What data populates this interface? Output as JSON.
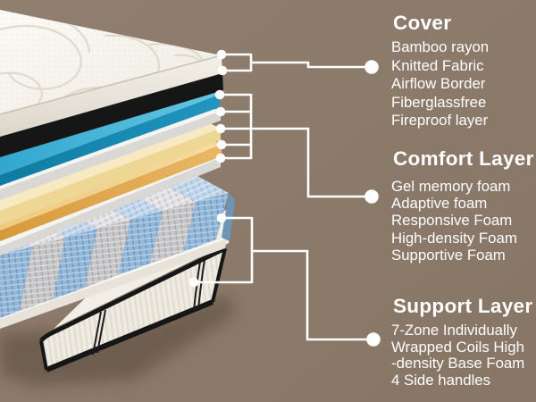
{
  "palette": {
    "bg": "#907e6f",
    "bg2": "#877565",
    "text": "#ffffff",
    "line": "#ffffff",
    "fabric_top": "#f7f5ef",
    "fabric_side": "#eae6dc",
    "black_layer": "#161616",
    "blue_top": "#35abd1",
    "blue_front": "#1486ae",
    "white_foam_top": "#f4f4f2",
    "white_foam_front": "#d9d8d4",
    "pale_yellow_top": "#f7e9c1",
    "pale_yellow_front": "#eed795",
    "gold_top": "#f0cc85",
    "gold_front": "#dfa94e",
    "coil_blue": "#93b7d8",
    "coil_gray": "#c6c5c7",
    "base_side": "#efece3",
    "piping": "#161616"
  },
  "sections": [
    {
      "heading": "Cover",
      "lines": [
        "Bamboo rayon",
        "Knitted Fabric",
        "Airflow Border",
        "Fiberglassfree",
        "Fireproof layer"
      ]
    },
    {
      "heading": "Comfort Layer",
      "lines": [
        "Gel memory foam",
        "Adaptive foam",
        "Responsive Foam",
        "High-density Foam",
        "Supportive Foam"
      ]
    },
    {
      "heading": "Support Layer",
      "lines": [
        "7-Zone Individually",
        "Wrapped Coils High",
        "-density Base Foam",
        "4 Side handles"
      ]
    }
  ],
  "layers": [
    {
      "name": "quilted-fabric-cover",
      "color": "#f7f5ef"
    },
    {
      "name": "fireproof-black-layer",
      "color": "#161616"
    },
    {
      "name": "gel-memory-foam",
      "color": "#1486ae"
    },
    {
      "name": "adaptive-foam",
      "color": "#d9d8d4"
    },
    {
      "name": "responsive-foam",
      "color": "#eed795"
    },
    {
      "name": "high-density-foam",
      "color": "#dfa94e"
    },
    {
      "name": "supportive-foam",
      "color": "#d9d8d4"
    },
    {
      "name": "pocketed-coils",
      "color": "#93b7d8"
    },
    {
      "name": "base-foam",
      "color": "#efece3"
    }
  ]
}
